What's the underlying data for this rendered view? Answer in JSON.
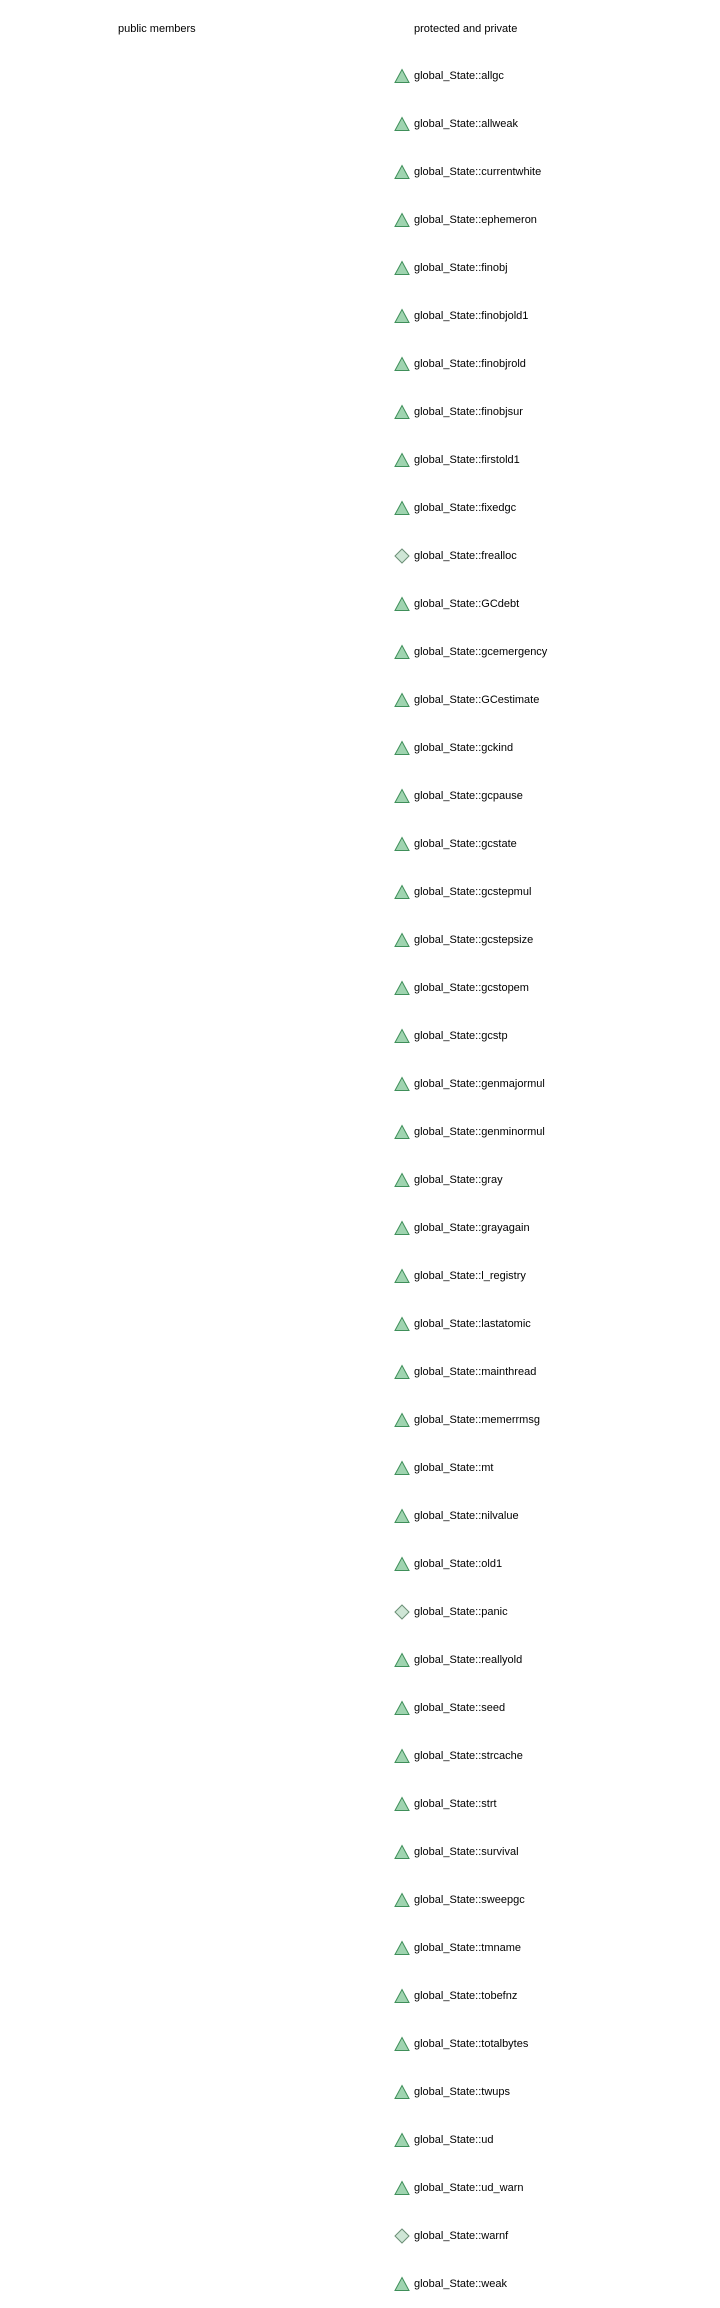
{
  "headers": {
    "public": "public members",
    "private": "protected and  private"
  },
  "colors": {
    "icon_fill": "#9fd4b0",
    "icon_stroke": "#3f8f5a",
    "diamond_fill": "#cfe6d6",
    "diamond_stroke": "#6b8f76"
  },
  "members": [
    {
      "label": "global_State::allgc",
      "icon": "triangle-icon"
    },
    {
      "label": "global_State::allweak",
      "icon": "triangle-icon"
    },
    {
      "label": "global_State::currentwhite",
      "icon": "triangle-icon"
    },
    {
      "label": "global_State::ephemeron",
      "icon": "triangle-icon"
    },
    {
      "label": "global_State::finobj",
      "icon": "triangle-icon"
    },
    {
      "label": "global_State::finobjold1",
      "icon": "triangle-icon"
    },
    {
      "label": "global_State::finobjrold",
      "icon": "triangle-icon"
    },
    {
      "label": "global_State::finobjsur",
      "icon": "triangle-icon"
    },
    {
      "label": "global_State::firstold1",
      "icon": "triangle-icon"
    },
    {
      "label": "global_State::fixedgc",
      "icon": "triangle-icon"
    },
    {
      "label": "global_State::frealloc",
      "icon": "diamond-icon"
    },
    {
      "label": "global_State::GCdebt",
      "icon": "triangle-icon"
    },
    {
      "label": "global_State::gcemergency",
      "icon": "triangle-icon"
    },
    {
      "label": "global_State::GCestimate",
      "icon": "triangle-icon"
    },
    {
      "label": "global_State::gckind",
      "icon": "triangle-icon"
    },
    {
      "label": "global_State::gcpause",
      "icon": "triangle-icon"
    },
    {
      "label": "global_State::gcstate",
      "icon": "triangle-icon"
    },
    {
      "label": "global_State::gcstepmul",
      "icon": "triangle-icon"
    },
    {
      "label": "global_State::gcstepsize",
      "icon": "triangle-icon"
    },
    {
      "label": "global_State::gcstopem",
      "icon": "triangle-icon"
    },
    {
      "label": "global_State::gcstp",
      "icon": "triangle-icon"
    },
    {
      "label": "global_State::genmajormul",
      "icon": "triangle-icon"
    },
    {
      "label": "global_State::genminormul",
      "icon": "triangle-icon"
    },
    {
      "label": "global_State::gray",
      "icon": "triangle-icon"
    },
    {
      "label": "global_State::grayagain",
      "icon": "triangle-icon"
    },
    {
      "label": "global_State::l_registry",
      "icon": "triangle-icon"
    },
    {
      "label": "global_State::lastatomic",
      "icon": "triangle-icon"
    },
    {
      "label": "global_State::mainthread",
      "icon": "triangle-icon"
    },
    {
      "label": "global_State::memerrmsg",
      "icon": "triangle-icon"
    },
    {
      "label": "global_State::mt",
      "icon": "triangle-icon"
    },
    {
      "label": "global_State::nilvalue",
      "icon": "triangle-icon"
    },
    {
      "label": "global_State::old1",
      "icon": "triangle-icon"
    },
    {
      "label": "global_State::panic",
      "icon": "diamond-icon"
    },
    {
      "label": "global_State::reallyold",
      "icon": "triangle-icon"
    },
    {
      "label": "global_State::seed",
      "icon": "triangle-icon"
    },
    {
      "label": "global_State::strcache",
      "icon": "triangle-icon"
    },
    {
      "label": "global_State::strt",
      "icon": "triangle-icon"
    },
    {
      "label": "global_State::survival",
      "icon": "triangle-icon"
    },
    {
      "label": "global_State::sweepgc",
      "icon": "triangle-icon"
    },
    {
      "label": "global_State::tmname",
      "icon": "triangle-icon"
    },
    {
      "label": "global_State::tobefnz",
      "icon": "triangle-icon"
    },
    {
      "label": "global_State::totalbytes",
      "icon": "triangle-icon"
    },
    {
      "label": "global_State::twups",
      "icon": "triangle-icon"
    },
    {
      "label": "global_State::ud",
      "icon": "triangle-icon"
    },
    {
      "label": "global_State::ud_warn",
      "icon": "triangle-icon"
    },
    {
      "label": "global_State::warnf",
      "icon": "diamond-icon"
    },
    {
      "label": "global_State::weak",
      "icon": "triangle-icon"
    }
  ]
}
